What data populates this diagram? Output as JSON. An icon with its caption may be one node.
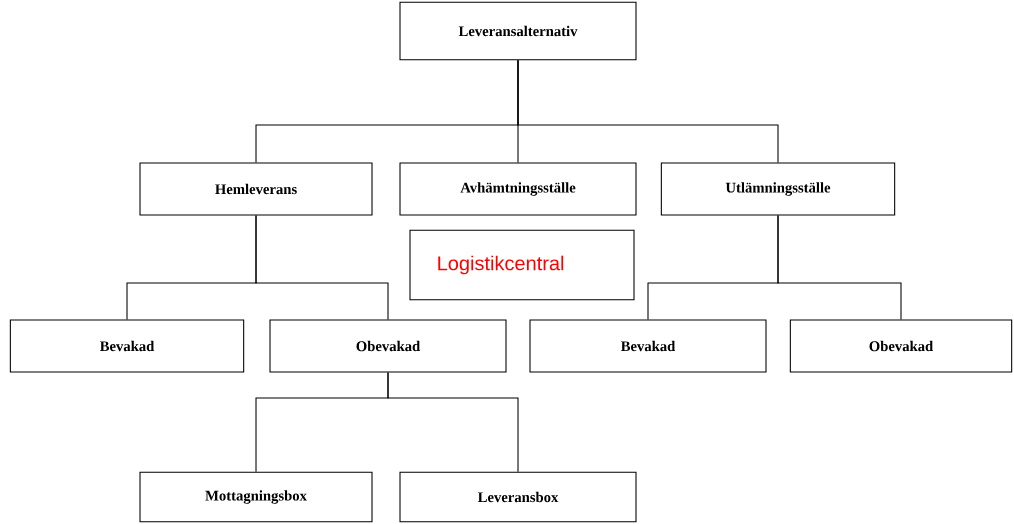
{
  "diagram": {
    "nodes": [
      {
        "text": [
          "Leveransalternativ"
        ]
      },
      {
        "text": [
          "Hemleverans"
        ]
      },
      {
        "text": [
          "Avhämtningsställe"
        ]
      },
      {
        "text": [
          "Utlämningsställe"
        ]
      },
      {
        "text": [
          "Logistikcentral"
        ]
      },
      {
        "text": [
          "Bevakad"
        ]
      },
      {
        "text": [
          "Obevakad"
        ]
      },
      {
        "text": [
          "Bevakad"
        ]
      },
      {
        "text": [
          "Obevakad"
        ]
      },
      {
        "text": [
          "Mottagningsbox"
        ]
      },
      {
        "text": [
          "Leveransbox"
        ]
      }
    ],
    "edges": [
      {
        "from": 0,
        "to": 1,
        "arrow": "none"
      },
      {
        "from": 0,
        "to": 2,
        "arrow": "none"
      },
      {
        "from": 0,
        "to": 3,
        "arrow": "none"
      },
      {
        "from": 1,
        "to": 5,
        "arrow": "none"
      },
      {
        "from": 1,
        "to": 6,
        "arrow": "none"
      },
      {
        "from": 3,
        "to": 7,
        "arrow": "none"
      },
      {
        "from": 3,
        "to": 8,
        "arrow": "none"
      },
      {
        "from": 6,
        "to": 9,
        "arrow": "none"
      },
      {
        "from": 6,
        "to": 10,
        "arrow": "none"
      }
    ]
  }
}
